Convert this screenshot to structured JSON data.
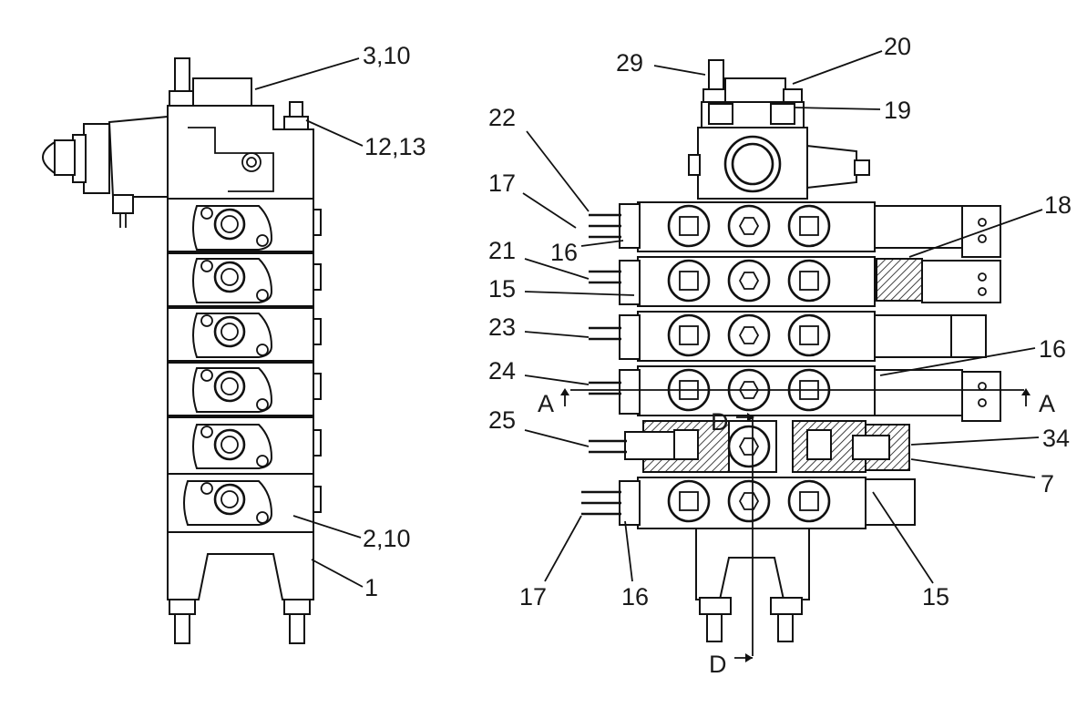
{
  "callouts": {
    "c_3_10": "3,10",
    "c_12_13": "12,13",
    "c_2_10": "2,10",
    "c_1": "1",
    "c_29": "29",
    "c_20": "20",
    "c_19": "19",
    "c_22": "22",
    "c_17_top": "17",
    "c_16_top": "16",
    "c_18": "18",
    "c_21": "21",
    "c_15_left": "15",
    "c_23": "23",
    "c_16_right": "16",
    "c_24": "24",
    "c_A_left": "A",
    "c_A_right": "A",
    "c_D_top": "D",
    "c_25": "25",
    "c_34": "34",
    "c_7": "7",
    "c_17_bottom": "17",
    "c_16_bottom": "16",
    "c_15_bottom": "15",
    "c_D_bottom": "D"
  }
}
